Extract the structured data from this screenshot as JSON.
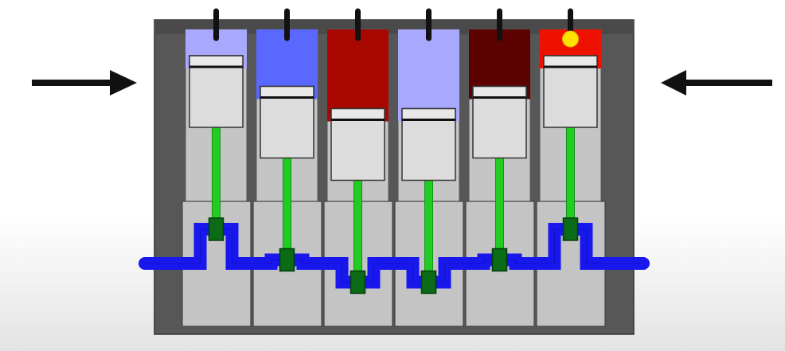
{
  "diagram": {
    "cylinder_count": 6,
    "cylinders": [
      {
        "chamber_color": "#a8a8ff",
        "piston_level": 0.0
      },
      {
        "chamber_color": "#5a68ff",
        "piston_level": 0.55
      },
      {
        "chamber_color": "#a80800",
        "piston_level": 0.95
      },
      {
        "chamber_color": "#a8a8ff",
        "piston_level": 0.95
      },
      {
        "chamber_color": "#5c0200",
        "piston_level": 0.55
      },
      {
        "chamber_color": "#ee1100",
        "piston_level": 0.0,
        "spark": true
      }
    ],
    "colors": {
      "block": "#575757",
      "bore": "#c5c5c5",
      "piston": "#dcdcdc",
      "connecting_rod": "#22cc22",
      "crank_pin": "#0b6b16",
      "crankshaft": "#1818ee",
      "spark": "#ffe100",
      "spark_plug": "#111111",
      "arrow": "#111111"
    },
    "arrows": [
      {
        "side": "left",
        "direction": "right"
      },
      {
        "side": "right",
        "direction": "left"
      }
    ]
  }
}
